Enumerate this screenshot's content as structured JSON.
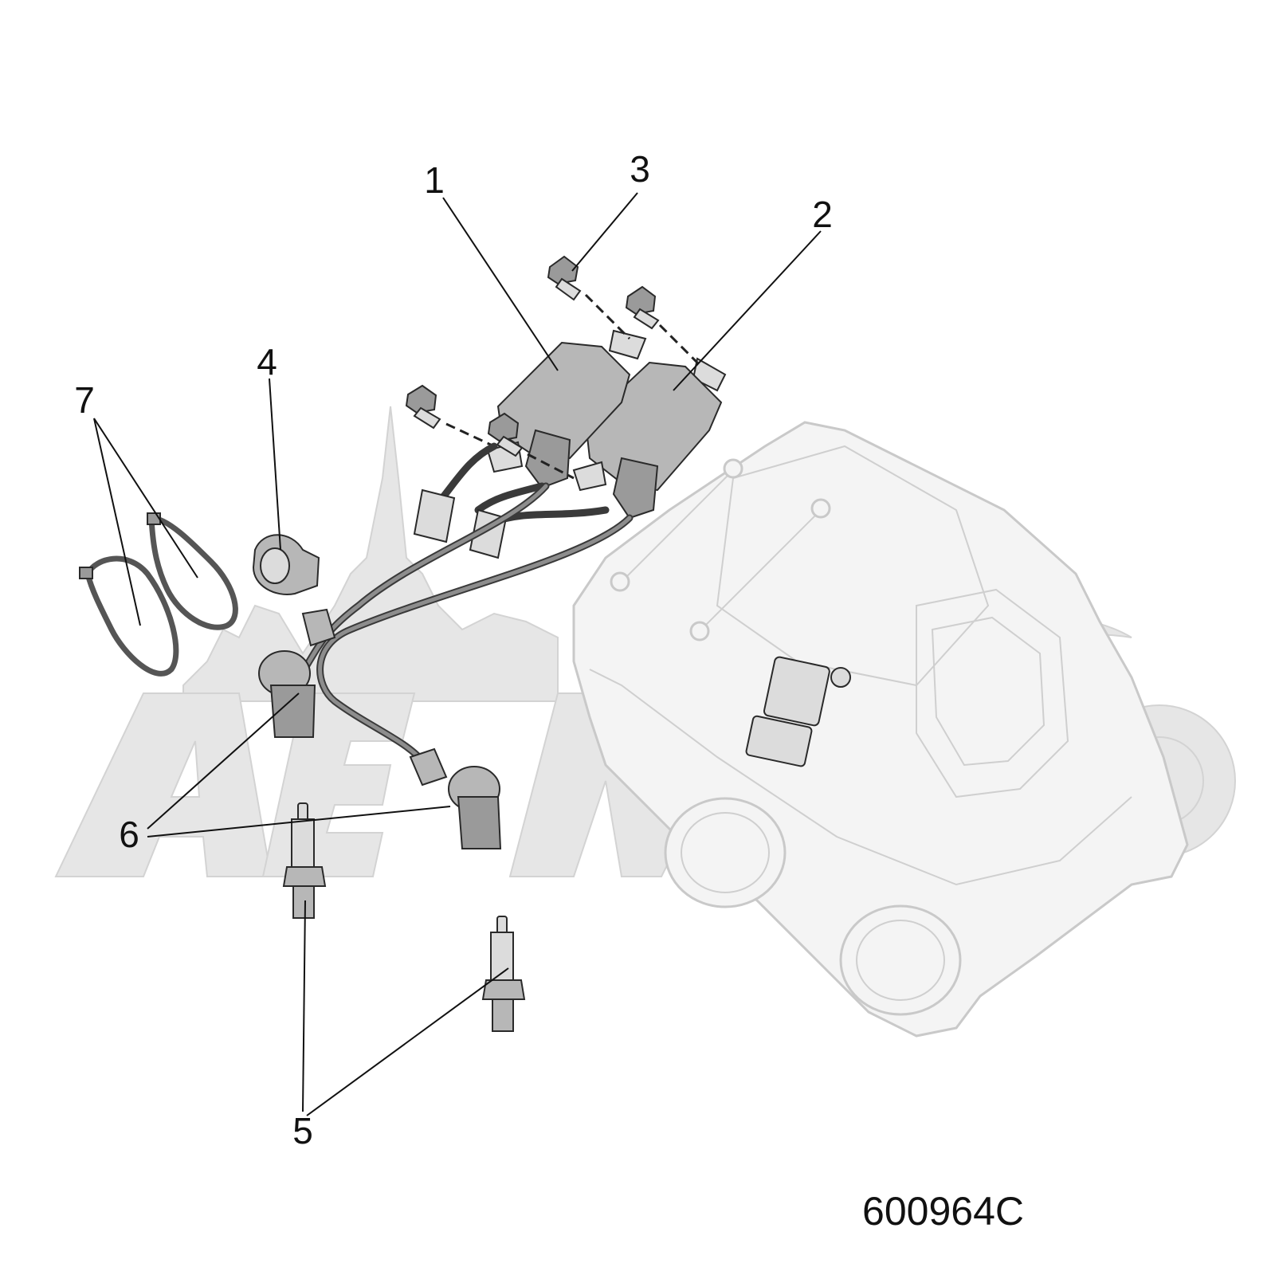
{
  "callouts": [
    {
      "number": "1"
    },
    {
      "number": "2"
    },
    {
      "number": "3"
    },
    {
      "number": "4"
    },
    {
      "number": "5"
    },
    {
      "number": "6"
    },
    {
      "number": "7"
    }
  ],
  "figure_id": "600964C",
  "colors": {
    "ink": "#111111",
    "part_gray": "#9a9a9a",
    "ghost_gray": "#c9c9c9",
    "watermark_gray": "#e6e6e6"
  }
}
